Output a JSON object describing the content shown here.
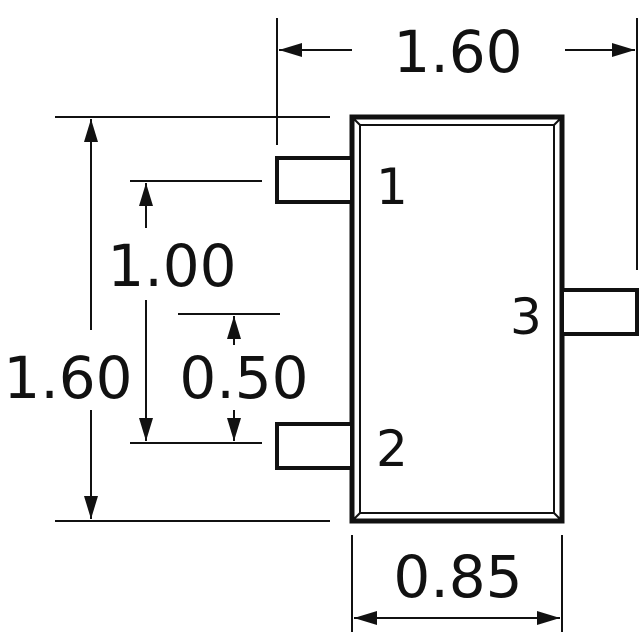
{
  "dimensions": {
    "top_width": "1.60",
    "left_height": "1.60",
    "pin_pitch": "1.00",
    "pin_offset": "0.50",
    "bottom_width": "0.85"
  },
  "pins": {
    "pin1": "1",
    "pin2": "2",
    "pin3": "3"
  },
  "colors": {
    "ink": "#111111",
    "background": "#ffffff"
  }
}
